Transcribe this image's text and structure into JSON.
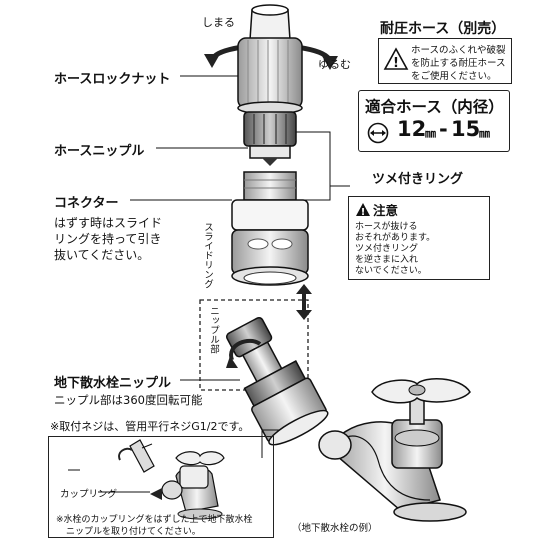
{
  "labels": {
    "tighten": "しまる",
    "loosen": "ゆるむ",
    "pressure_hose": "耐圧ホース（別売）",
    "hose_lock_nut": "ホースロックナット",
    "hose_nipple": "ホースニップル",
    "connector": "コネクター",
    "connector_note_1": "はずす時はスライド",
    "connector_note_2": "リングを持って引き",
    "connector_note_3": "抜いてください。",
    "slide_ring": "スライドリング",
    "nipple_part": "ニップル部",
    "underground_nipple": "地下散水栓ニップル",
    "rotation_note": "ニップル部は360度回転可能",
    "thread_note": "※取付ネジは、管用平行ネジG1/2です。",
    "claw_ring": "ツメ付きリング",
    "coupling": "カップリング",
    "inset_note_1": "※水栓のカップリングをはずした上で地下散水栓",
    "inset_note_2": "ニップルを取り付けてください。",
    "example": "（地下散水栓の例）"
  },
  "warning": {
    "line1": "ホースのふくれや破裂",
    "line2": "を防止する耐圧ホース",
    "line3": "をご使用ください。"
  },
  "hose_fit": {
    "title": "適合ホース（内径）",
    "min": "12",
    "max": "15",
    "unit": "㎜",
    "sep": "-"
  },
  "caution": {
    "title": "注意",
    "line1": "ホースが抜ける",
    "line2": "おそれがあります。",
    "line3": "ツメ付きリング",
    "line4": "を逆さまに入れ",
    "line5": "ないでください。"
  },
  "colors": {
    "accent_orange": "#f0a020",
    "line": "#111111",
    "part_gray": "#d8d8d8"
  }
}
